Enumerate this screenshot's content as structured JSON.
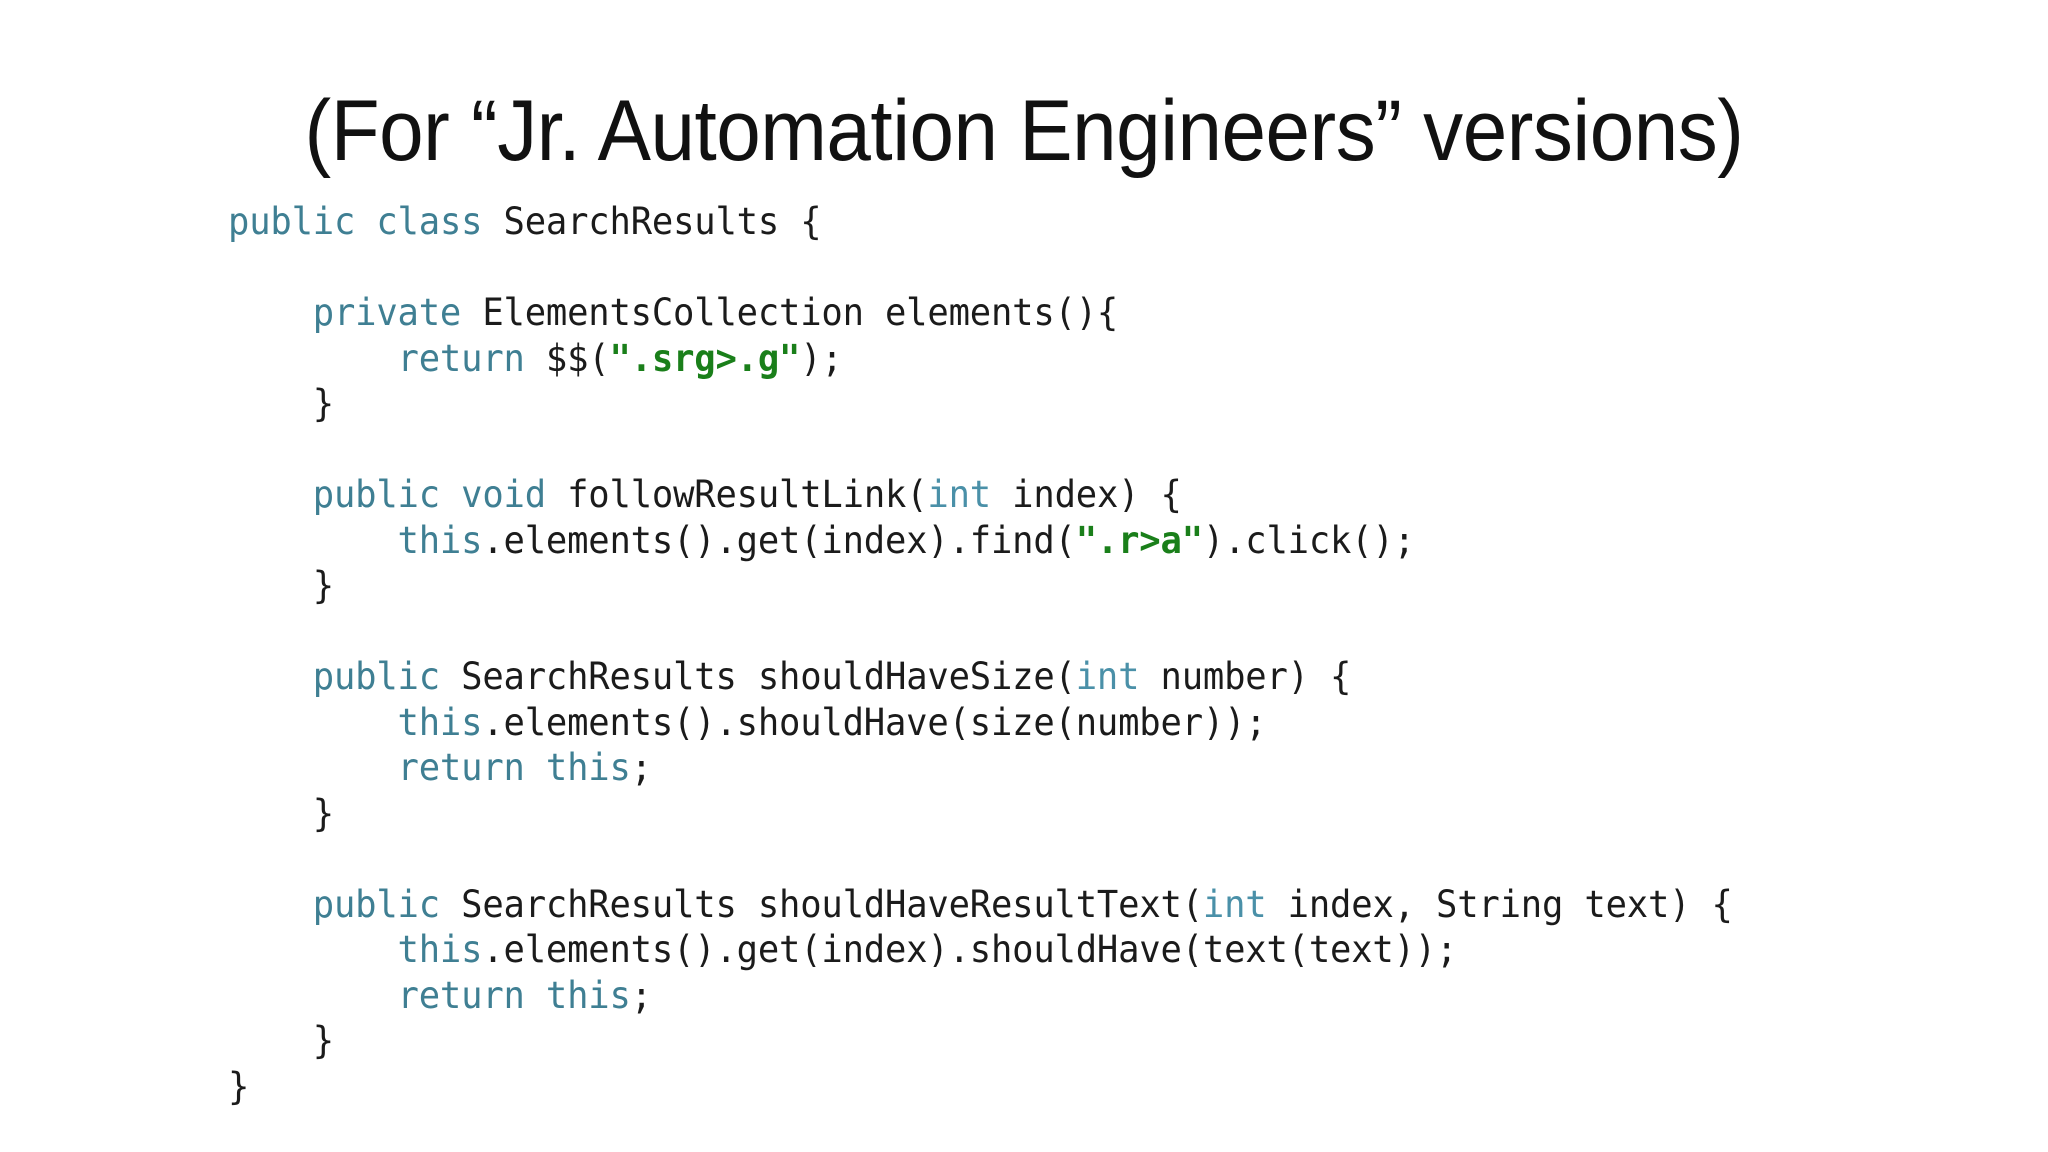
{
  "slide": {
    "title": "(For “Jr. Automation Engineers” versions)",
    "background_color": "#ffffff",
    "title_color": "#111111"
  },
  "code": {
    "language": "java",
    "colors": {
      "keyword": "#3f7f93",
      "type": "#4a90a8",
      "string": "#1a7f1a",
      "plain": "#1b1b1b"
    },
    "lines": [
      {
        "id": "line-1",
        "indent": 0,
        "tokens": [
          {
            "t": "public",
            "k": "kw"
          },
          {
            "t": " ",
            "k": "plain"
          },
          {
            "t": "class",
            "k": "kw"
          },
          {
            "t": " SearchResults {",
            "k": "plain"
          }
        ]
      },
      {
        "id": "line-2",
        "indent": 0,
        "tokens": []
      },
      {
        "id": "line-3",
        "indent": 1,
        "tokens": [
          {
            "t": "private",
            "k": "kw"
          },
          {
            "t": " ElementsCollection elements(){",
            "k": "plain"
          }
        ]
      },
      {
        "id": "line-4",
        "indent": 2,
        "tokens": [
          {
            "t": "return",
            "k": "kw"
          },
          {
            "t": " $$(",
            "k": "plain"
          },
          {
            "t": "\".srg>.g\"",
            "k": "str"
          },
          {
            "t": ");",
            "k": "plain"
          }
        ]
      },
      {
        "id": "line-5",
        "indent": 1,
        "tokens": [
          {
            "t": "}",
            "k": "plain"
          }
        ]
      },
      {
        "id": "line-6",
        "indent": 0,
        "tokens": []
      },
      {
        "id": "line-7",
        "indent": 1,
        "tokens": [
          {
            "t": "public",
            "k": "kw"
          },
          {
            "t": " ",
            "k": "plain"
          },
          {
            "t": "void",
            "k": "kw"
          },
          {
            "t": " followResultLink(",
            "k": "plain"
          },
          {
            "t": "int",
            "k": "type"
          },
          {
            "t": " index) {",
            "k": "plain"
          }
        ]
      },
      {
        "id": "line-8",
        "indent": 2,
        "tokens": [
          {
            "t": "this",
            "k": "kw"
          },
          {
            "t": ".elements().get(index).find(",
            "k": "plain"
          },
          {
            "t": "\".r>a\"",
            "k": "str"
          },
          {
            "t": ").click();",
            "k": "plain"
          }
        ]
      },
      {
        "id": "line-9",
        "indent": 1,
        "tokens": [
          {
            "t": "}",
            "k": "plain"
          }
        ]
      },
      {
        "id": "line-10",
        "indent": 0,
        "tokens": []
      },
      {
        "id": "line-11",
        "indent": 1,
        "tokens": [
          {
            "t": "public",
            "k": "kw"
          },
          {
            "t": " SearchResults shouldHaveSize(",
            "k": "plain"
          },
          {
            "t": "int",
            "k": "type"
          },
          {
            "t": " number) {",
            "k": "plain"
          }
        ]
      },
      {
        "id": "line-12",
        "indent": 2,
        "tokens": [
          {
            "t": "this",
            "k": "kw"
          },
          {
            "t": ".elements().shouldHave(size(number));",
            "k": "plain"
          }
        ]
      },
      {
        "id": "line-13",
        "indent": 2,
        "tokens": [
          {
            "t": "return",
            "k": "kw"
          },
          {
            "t": " ",
            "k": "plain"
          },
          {
            "t": "this",
            "k": "kw"
          },
          {
            "t": ";",
            "k": "plain"
          }
        ]
      },
      {
        "id": "line-14",
        "indent": 1,
        "tokens": [
          {
            "t": "}",
            "k": "plain"
          }
        ]
      },
      {
        "id": "line-15",
        "indent": 0,
        "tokens": []
      },
      {
        "id": "line-16",
        "indent": 1,
        "tokens": [
          {
            "t": "public",
            "k": "kw"
          },
          {
            "t": " SearchResults shouldHaveResultText(",
            "k": "plain"
          },
          {
            "t": "int",
            "k": "type"
          },
          {
            "t": " index, String text) {",
            "k": "plain"
          }
        ]
      },
      {
        "id": "line-17",
        "indent": 2,
        "tokens": [
          {
            "t": "this",
            "k": "kw"
          },
          {
            "t": ".elements().get(index).shouldHave(text(text));",
            "k": "plain"
          }
        ]
      },
      {
        "id": "line-18",
        "indent": 2,
        "tokens": [
          {
            "t": "return",
            "k": "kw"
          },
          {
            "t": " ",
            "k": "plain"
          },
          {
            "t": "this",
            "k": "kw"
          },
          {
            "t": ";",
            "k": "plain"
          }
        ]
      },
      {
        "id": "line-19",
        "indent": 1,
        "tokens": [
          {
            "t": "}",
            "k": "plain"
          }
        ]
      },
      {
        "id": "line-20",
        "indent": 0,
        "tokens": [
          {
            "t": "}",
            "k": "plain"
          }
        ]
      }
    ]
  }
}
